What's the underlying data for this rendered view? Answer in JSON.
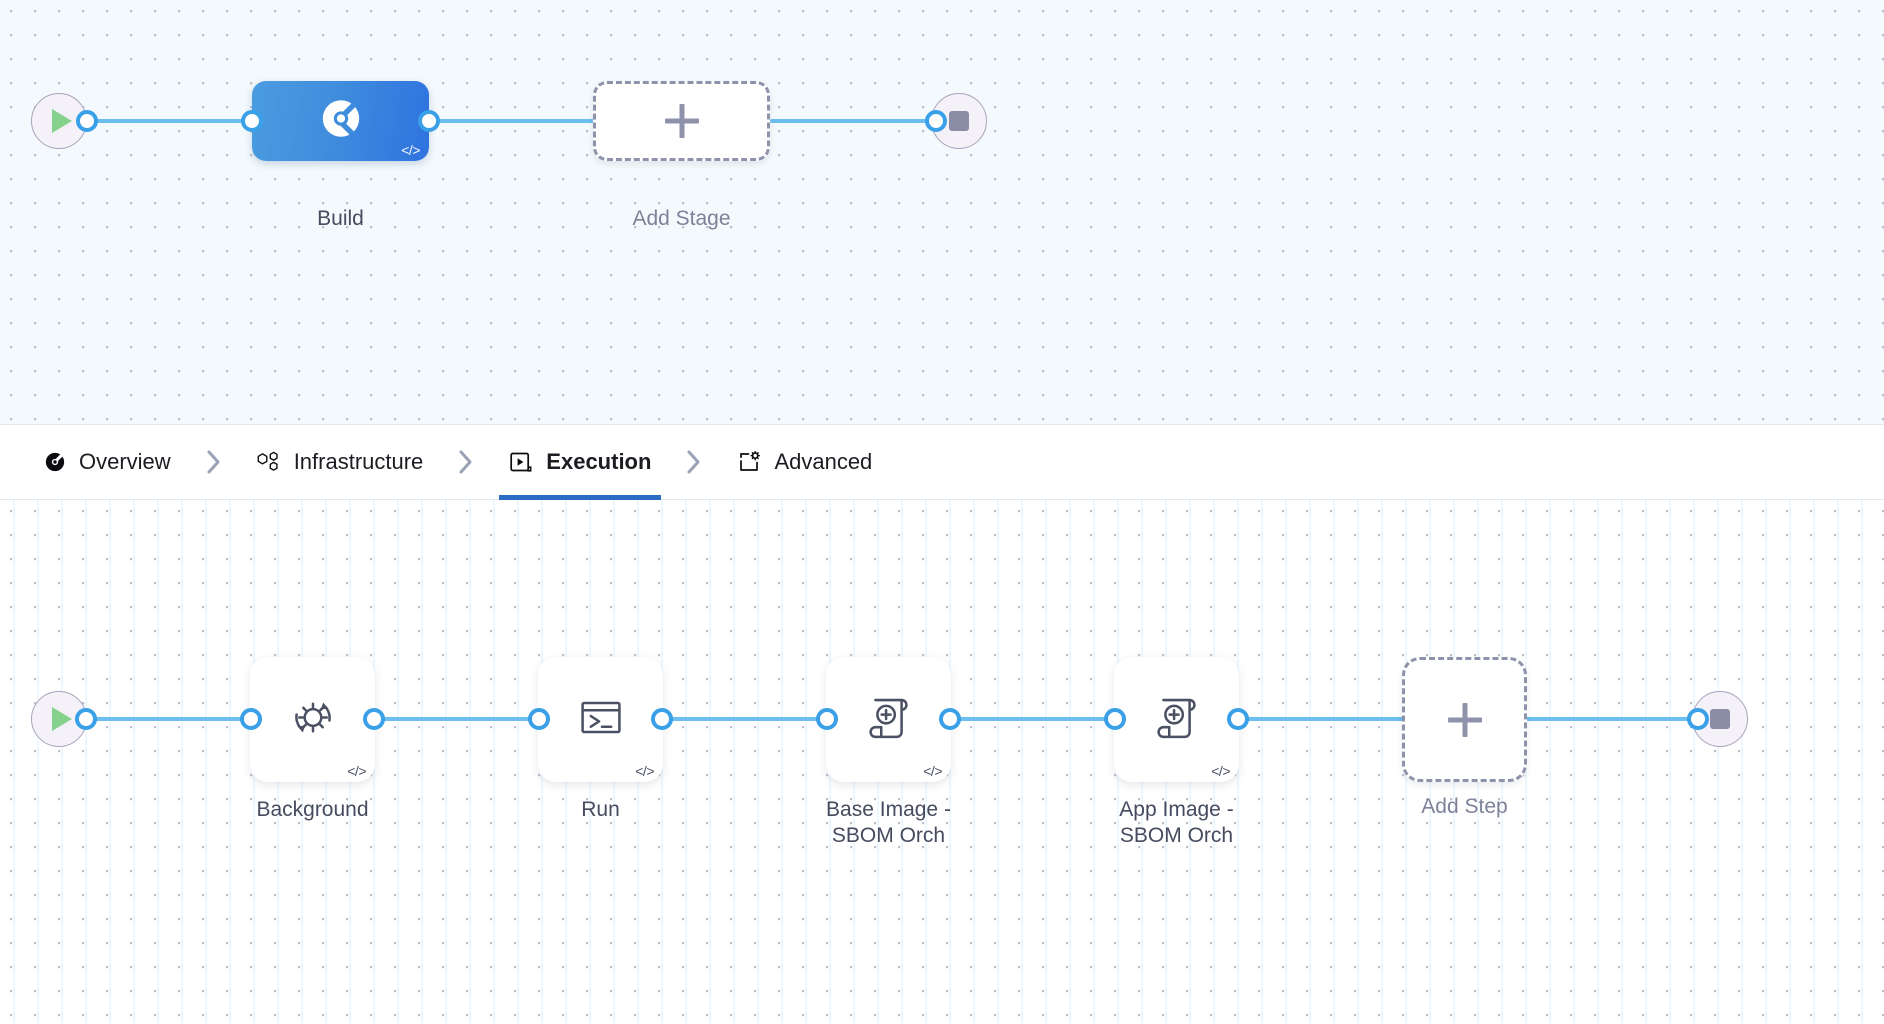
{
  "theme": {
    "accent_blue": "#2b6cc4",
    "edge_blue": "#6cbef0",
    "port_blue": "#3aa0e8",
    "stage_node_gradient_from": "#4a9ce0",
    "stage_node_gradient_to": "#2f73e0",
    "start_green": "#86d18c",
    "stop_grey": "#8b8ca6",
    "dashed_grey": "#8e92ab",
    "label_dark": "#464b5f",
    "label_muted": "#7d8298",
    "stage_canvas_bg": "#f3f9fc",
    "step_canvas_bg": "#ffffff"
  },
  "stage_graph": {
    "start_node": {
      "name": "pipeline-start",
      "icon": "play-icon"
    },
    "nodes": [
      {
        "id": "build",
        "label": "Build",
        "icon": "harness-logo-icon",
        "badge": "</>",
        "selected": true
      },
      {
        "id": "add-stage",
        "label": "Add Stage",
        "icon": "plus-icon",
        "dashed": true
      }
    ],
    "end_node": {
      "name": "pipeline-end",
      "icon": "stop-icon"
    }
  },
  "tabs": {
    "items": [
      {
        "id": "overview",
        "label": "Overview",
        "icon": "harness-logo-icon",
        "active": false
      },
      {
        "id": "infrastructure",
        "label": "Infrastructure",
        "icon": "hexagons-icon",
        "active": false
      },
      {
        "id": "execution",
        "label": "Execution",
        "icon": "play-in-box-icon",
        "active": true
      },
      {
        "id": "advanced",
        "label": "Advanced",
        "icon": "document-gear-icon",
        "active": false
      }
    ],
    "separator_icon": "chevron-right-icon"
  },
  "step_graph": {
    "start_node": {
      "name": "execution-start",
      "icon": "play-icon"
    },
    "steps": [
      {
        "id": "background",
        "label": "Background",
        "icon": "gear-refresh-icon",
        "badge": "</>"
      },
      {
        "id": "run",
        "label": "Run",
        "icon": "terminal-icon",
        "badge": "</>"
      },
      {
        "id": "base-image-sbom-orch",
        "label": "Base Image -\nSBOM Orch",
        "icon": "scroll-plus-icon",
        "badge": "</>"
      },
      {
        "id": "app-image-sbom-orch",
        "label": "App Image -\nSBOM Orch",
        "icon": "scroll-plus-icon",
        "badge": "</>"
      },
      {
        "id": "add-step",
        "label": "Add Step",
        "icon": "plus-icon",
        "dashed": true
      }
    ],
    "end_node": {
      "name": "execution-end",
      "icon": "stop-icon"
    }
  }
}
